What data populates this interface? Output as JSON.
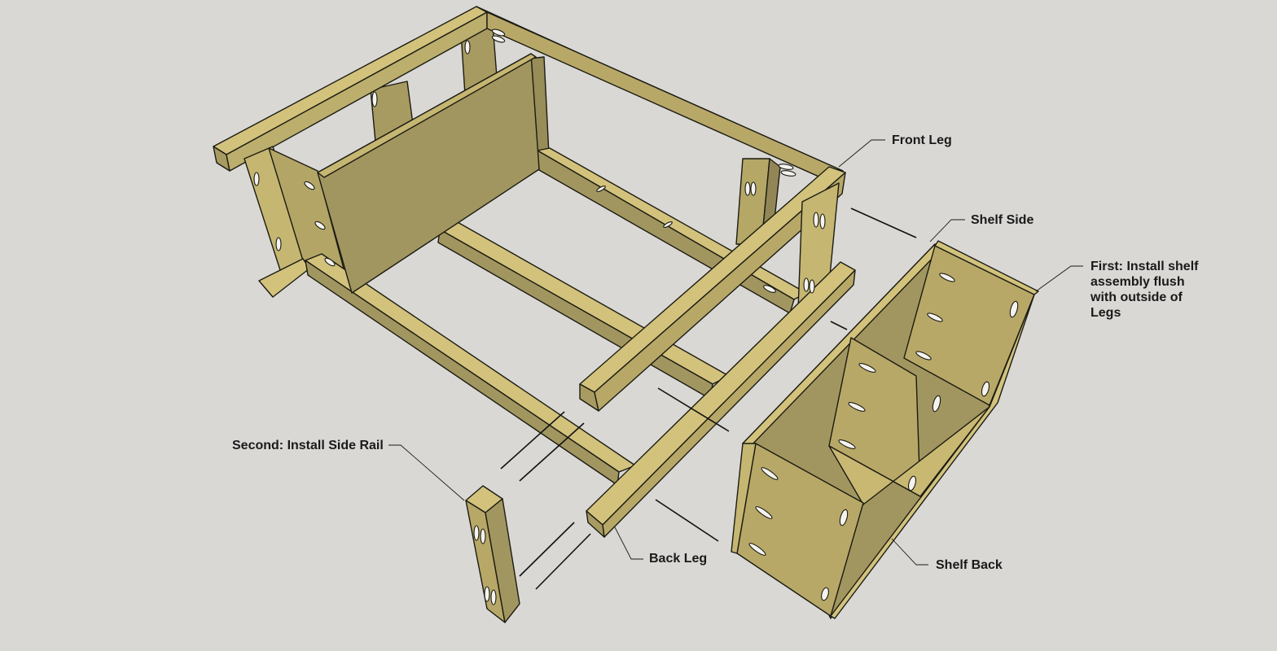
{
  "diagram": {
    "labels": {
      "front_leg": "Front Leg",
      "shelf_side": "Shelf Side",
      "first_step": "First: Install shelf assembly flush with outside of Legs",
      "second_step": "Second: Install Side Rail",
      "back_leg": "Back Leg",
      "shelf_back": "Shelf Back"
    },
    "colors": {
      "background": "#d9d8d5",
      "wood_top": "#d2c27c",
      "wood_light": "#b8a868",
      "wood_mid": "#a29660",
      "wood_dark": "#8f8455",
      "edge": "#1b1b12",
      "hole": "#f4f3ef"
    }
  }
}
